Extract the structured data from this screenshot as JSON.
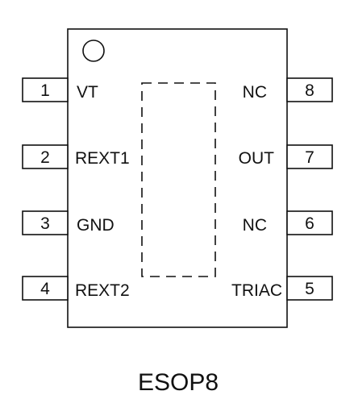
{
  "package": {
    "name": "ESOP8",
    "pin1_marker": "circle",
    "exposed_pad": "dashed-outline"
  },
  "pins": {
    "left": [
      {
        "number": "1",
        "name": "VT"
      },
      {
        "number": "2",
        "name": "REXT1"
      },
      {
        "number": "3",
        "name": "GND"
      },
      {
        "number": "4",
        "name": "REXT2"
      }
    ],
    "right": [
      {
        "number": "8",
        "name": "NC"
      },
      {
        "number": "7",
        "name": "OUT"
      },
      {
        "number": "6",
        "name": "NC"
      },
      {
        "number": "5",
        "name": "TRIAC"
      }
    ]
  },
  "colors": {
    "stroke": "#111111",
    "background": "#ffffff"
  }
}
